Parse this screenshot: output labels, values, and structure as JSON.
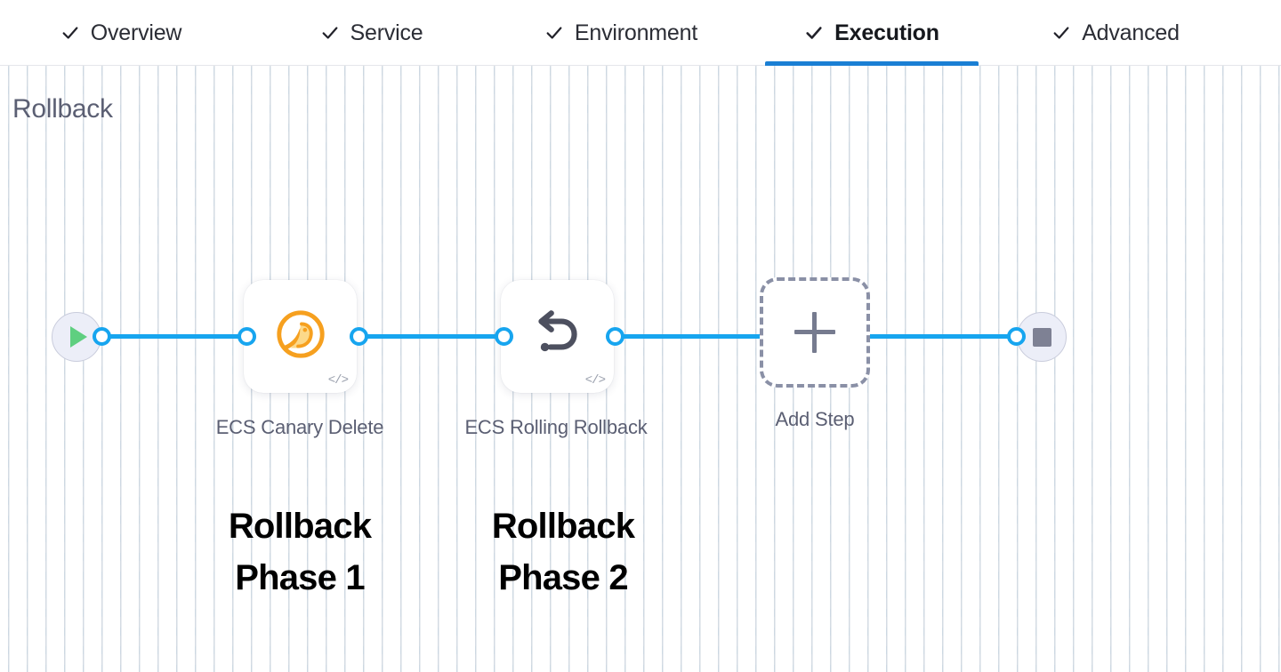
{
  "tabs": [
    {
      "label": "Overview",
      "icon": "check-icon",
      "completed": true,
      "active": false
    },
    {
      "label": "Service",
      "icon": "check-icon",
      "completed": true,
      "active": false
    },
    {
      "label": "Environment",
      "icon": "check-icon",
      "completed": true,
      "active": false
    },
    {
      "label": "Execution",
      "icon": "check-icon",
      "completed": true,
      "active": true
    },
    {
      "label": "Advanced",
      "icon": "check-icon",
      "completed": true,
      "active": false
    }
  ],
  "stage": {
    "title": "Rollback"
  },
  "pipeline": {
    "start_node": {
      "name": "start-node",
      "icon": "play-icon"
    },
    "end_node": {
      "name": "end-node",
      "icon": "stop-icon"
    },
    "steps": [
      {
        "caption": "ECS Canary Delete",
        "icon": "ecs-canary-icon",
        "badge": "</>",
        "annotation": "Rollback\nPhase 1"
      },
      {
        "caption": "ECS Rolling Rollback",
        "icon": "rollback-undo-icon",
        "badge": "</>",
        "annotation": "Rollback\nPhase 2"
      }
    ],
    "add_step": {
      "label": "Add Step",
      "icon": "plus-icon"
    }
  },
  "annotations": [
    {
      "line1": "Rollback",
      "line2": "Phase 1"
    },
    {
      "line1": "Rollback",
      "line2": "Phase 2"
    }
  ],
  "colors": {
    "accent_blue": "#1a7fd4",
    "edge_blue": "#17a5ef",
    "canary_orange": "#f5a623",
    "play_green": "#5fcf80",
    "terminal_fill": "#eceef8",
    "text_muted": "#5b5f73"
  }
}
